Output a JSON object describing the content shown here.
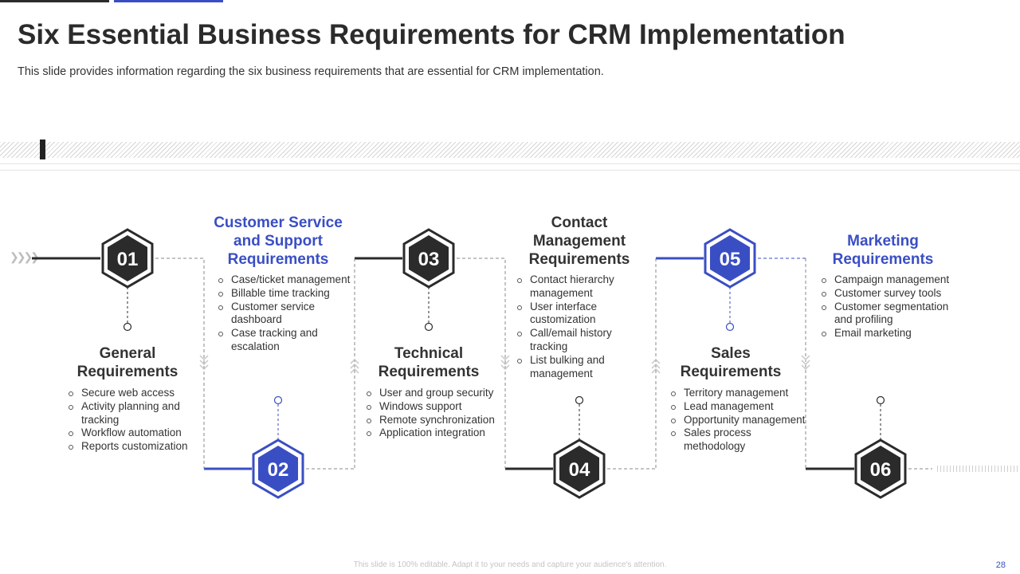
{
  "title": "Six Essential Business Requirements for CRM Implementation",
  "subtitle": "This slide provides information regarding the six business requirements that are essential for CRM implementation.",
  "colors": {
    "dark": "#2b2b2b",
    "accent": "#3a4ec4"
  },
  "steps": [
    {
      "number": "01",
      "heading": [
        "General",
        "Requirements"
      ],
      "bullets": [
        "Secure web access",
        "Activity planning and tracking",
        "Workflow automation",
        "Reports customization"
      ]
    },
    {
      "number": "02",
      "heading": [
        "Customer Service",
        "and Support",
        "Requirements"
      ],
      "bullets": [
        "Case/ticket management",
        "Billable time tracking",
        "Customer service dashboard",
        "Case tracking and escalation"
      ]
    },
    {
      "number": "03",
      "heading": [
        "Technical",
        "Requirements"
      ],
      "bullets": [
        "User and group security",
        "Windows support",
        "Remote synchronization",
        "Application integration"
      ]
    },
    {
      "number": "04",
      "heading": [
        "Contact",
        "Management",
        "Requirements"
      ],
      "bullets": [
        "Contact hierarchy management",
        "User interface customization",
        "Call/email history tracking",
        "List bulking and management"
      ]
    },
    {
      "number": "05",
      "heading": [
        "Sales",
        "Requirements"
      ],
      "bullets": [
        "Territory management",
        "Lead management",
        "Opportunity management",
        "Sales process methodology"
      ]
    },
    {
      "number": "06",
      "heading": [
        "Marketing",
        "Requirements"
      ],
      "bullets": [
        "Campaign management",
        "Customer survey tools",
        "Customer segmentation and profiling",
        "Email marketing"
      ]
    }
  ],
  "footer": "This slide is 100% editable. Adapt it to your needs and capture your audience's attention.",
  "page_number": "28"
}
